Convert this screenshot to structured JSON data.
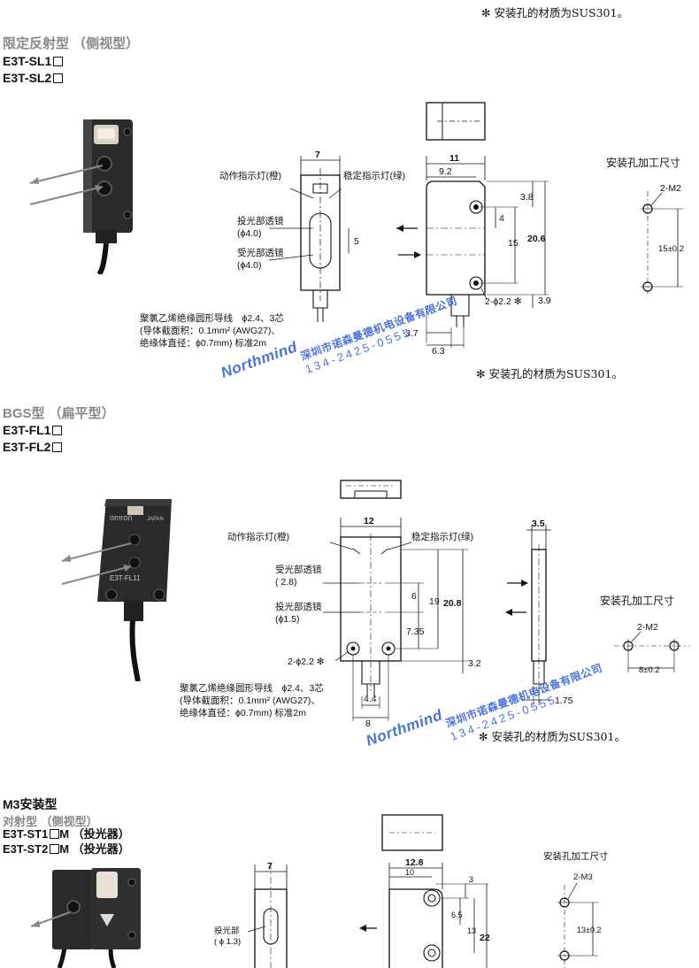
{
  "top_note": "✻ 安装孔的材质为SUS301。",
  "section1": {
    "title": "限定反射型 （侧视型）",
    "models": [
      "E3T-SL1",
      "E3T-SL2"
    ],
    "labels": {
      "op_indicator": "动作指示灯(橙)",
      "stable_indicator": "稳定指示灯(绿)",
      "emitter_lens": "投光部透镜",
      "emitter_lens_dia": "(ϕ4.0)",
      "receiver_lens": "受光部透镜",
      "receiver_lens_dia": "(ϕ4.0)",
      "cable_1": "聚氯乙烯绝缘圆形导线　ϕ2.4、3芯",
      "cable_2": "(导体截面积：0.1mm² (AWG27)、",
      "cable_3": "绝缘体直径：ϕ0.7mm) 标准2m",
      "mount_title": "安装孔加工尺寸",
      "mount_thread": "2-M2",
      "mount_pitch": "15±0.2",
      "hole_label": "2-ϕ2.2 ✻"
    },
    "dims": {
      "w7": "7",
      "w11": "11",
      "d92": "9.2",
      "d38": "3.8",
      "d4": "4",
      "d5": "5",
      "d15": "15",
      "d206": "20.6",
      "d39": "3.9",
      "d37": "3.7",
      "d63": "6.3"
    },
    "note": "✻ 安装孔的材质为SUS301。"
  },
  "section2": {
    "title": "BGS型 （扁平型）",
    "models": [
      "E3T-FL1",
      "E3T-FL2"
    ],
    "labels": {
      "op_indicator": "动作指示灯(橙)",
      "stable_indicator": "稳定指示灯(绿)",
      "receiver_lens": "受光部透镜",
      "receiver_lens_dia": "( 2.8)",
      "emitter_lens": "投光部透镜",
      "emitter_lens_dia": "(ϕ1.5)",
      "hole_label": "2-ϕ2.2 ✻",
      "cable_1": "聚氯乙烯绝缘圆形导线　ϕ2.4、3芯",
      "cable_2": "(导体截面积：0.1mm² (AWG27)、",
      "cable_3": "绝缘体直径：ϕ0.7mm) 标准2m",
      "mount_title": "安装孔加工尺寸",
      "mount_thread": "2-M2",
      "mount_pitch": "8±0.2",
      "body_text": "E3T-FL11",
      "brand": "omron",
      "japan": "JAPAN"
    },
    "dims": {
      "w12": "12",
      "w35": "3.5",
      "d6": "6",
      "d19": "19",
      "d208": "20.8",
      "d735": "7.35",
      "d32": "3.2",
      "d44": "4.4",
      "d8": "8",
      "d175": "1.75"
    },
    "note": "✻ 安装孔的材质为SUS301。"
  },
  "section3": {
    "title": "M3安装型",
    "subtitle": "对射型 （侧视型）",
    "models": [
      {
        "pre": "E3T-ST1",
        "post": "M （投光器）"
      },
      {
        "pre": "E3T-ST2",
        "post": "M （投光器）"
      }
    ],
    "labels": {
      "emitter": "投光部",
      "emitter_dia": "( ϕ 1.3)",
      "mount_title": "安装孔加工尺寸",
      "mount_thread": "2-M3",
      "mount_pitch": "13±0.2"
    },
    "dims": {
      "w7": "7",
      "w128": "12.8",
      "d10": "10",
      "d3": "3",
      "d65": "6.5",
      "d13": "13",
      "d22": "22"
    }
  },
  "watermark": {
    "brand": "Northmind",
    "company": "深圳市诺森曼德机电设备有限公司",
    "phone": "134-2425-0555"
  },
  "colors": {
    "watermark": "#2a5bd7",
    "section_title": "#888888",
    "sensor_body": "#2a2a2a"
  }
}
